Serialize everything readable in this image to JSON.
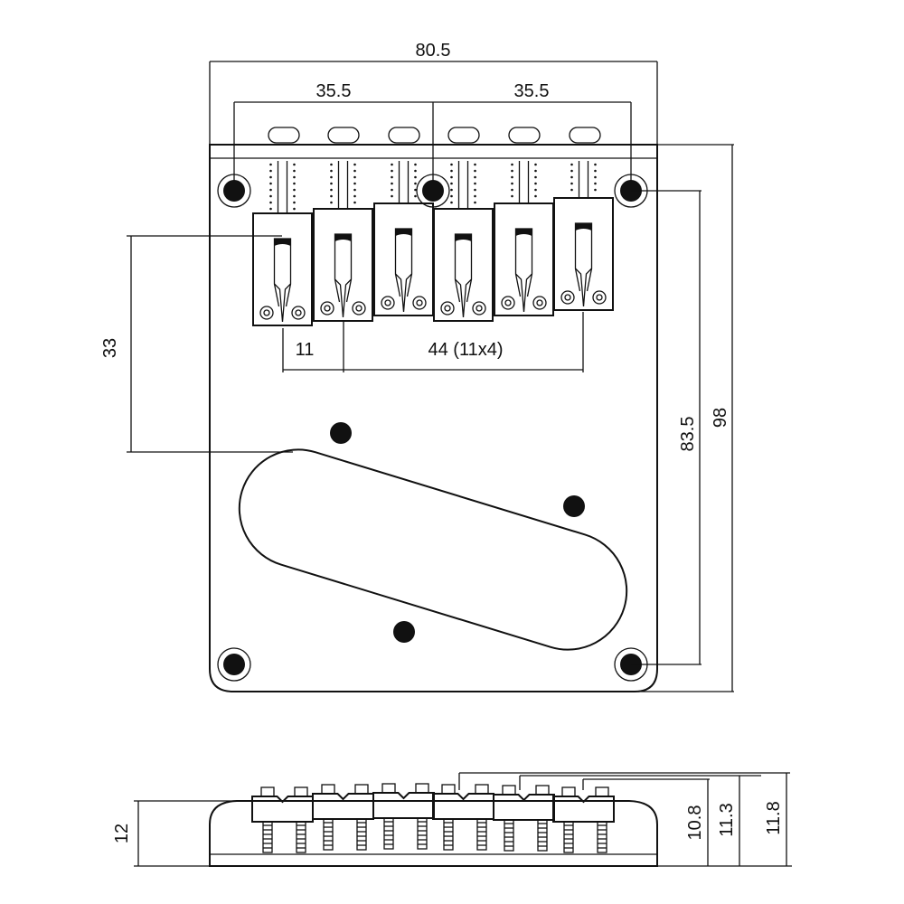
{
  "dimensions": {
    "overall_width": "80.5",
    "left_half": "35.5",
    "right_half": "35.5",
    "overall_length": "98",
    "mount_spacing": "83.5",
    "saddle_to_pickup": "33",
    "first_spacing": "11",
    "string_spacing": "44 (11x4)",
    "base_height": "12",
    "saddle_height_low": "10.8",
    "saddle_height_mid": "11.3",
    "saddle_height_high": "11.8"
  },
  "colors": {
    "ink": "#111111",
    "paper": "#ffffff"
  },
  "saddle_count": 6
}
